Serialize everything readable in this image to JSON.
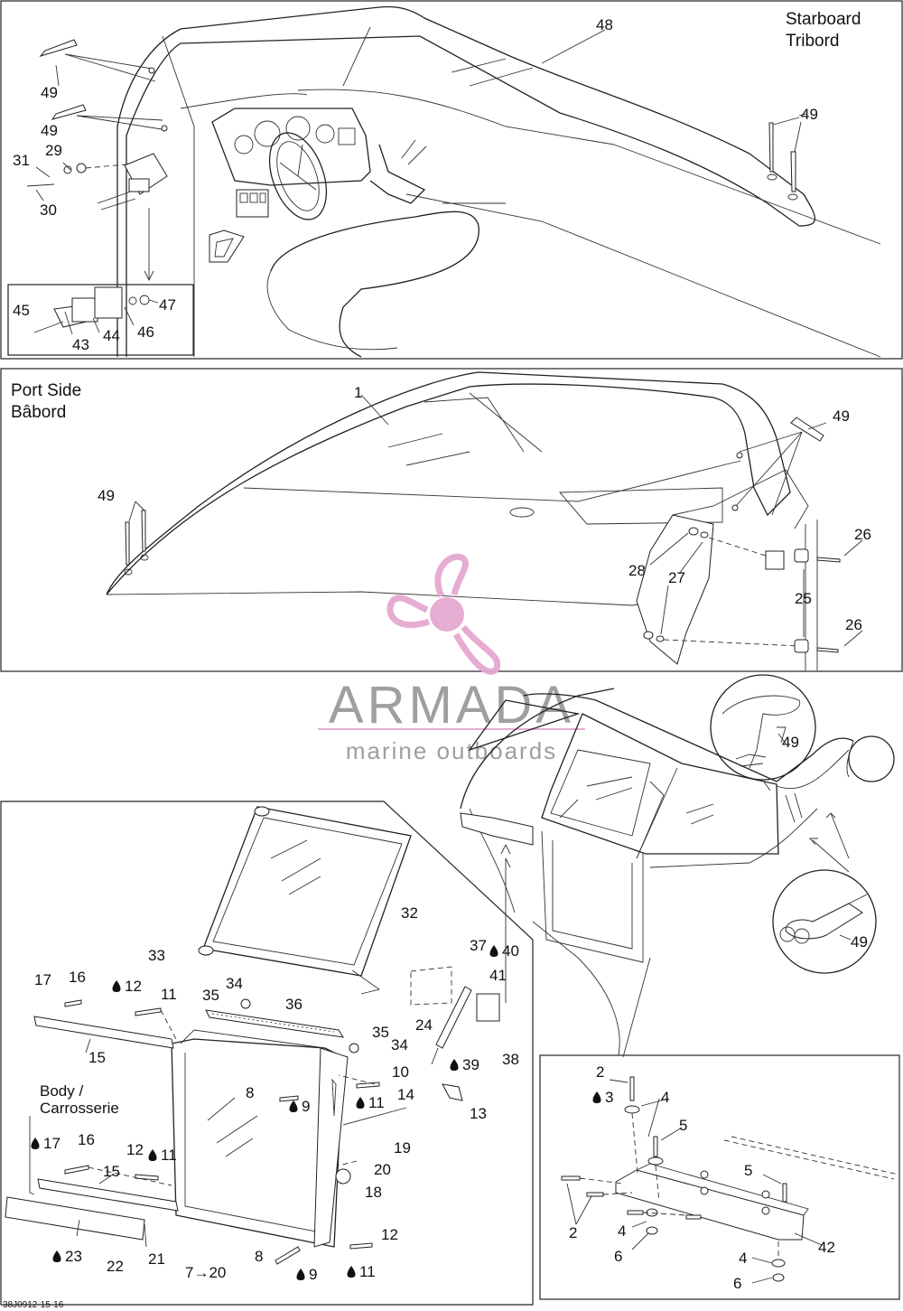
{
  "sections": {
    "starboard": {
      "title_en": "Starboard",
      "title_fr": "Tribord"
    },
    "port": {
      "title_en": "Port Side",
      "title_fr": "Bâbord"
    },
    "frame_assembly": {
      "body_en": "Body /",
      "body_fr": "Carrosserie",
      "ref_7_20": "7→20"
    }
  },
  "watermark": {
    "brand": "ARMADA",
    "tagline": "marine outboards",
    "color": "#e6a8d0"
  },
  "footer": {
    "drawing_code": "38J0912-15-16"
  },
  "callouts": {
    "starboard": [
      "48",
      "49",
      "49",
      "49",
      "31",
      "29",
      "30",
      "45",
      "43",
      "44",
      "46",
      "47"
    ],
    "port": [
      "1",
      "49",
      "49",
      "26",
      "26",
      "25",
      "27",
      "28"
    ],
    "overview": [
      "49",
      "49"
    ],
    "frame": [
      "32",
      "33",
      "17",
      "16",
      "12",
      "11",
      "34",
      "35",
      "36",
      "37",
      "40",
      "41",
      "15",
      "35",
      "34",
      "24",
      "39",
      "38",
      "10",
      "11",
      "8",
      "9",
      "14",
      "13",
      "17",
      "16",
      "12",
      "11",
      "15",
      "19",
      "20",
      "18",
      "23",
      "22",
      "21",
      "12",
      "11",
      "8",
      "9"
    ],
    "bracket": [
      "2",
      "3",
      "4",
      "5",
      "5",
      "2",
      "4",
      "6",
      "42",
      "4",
      "6"
    ]
  }
}
